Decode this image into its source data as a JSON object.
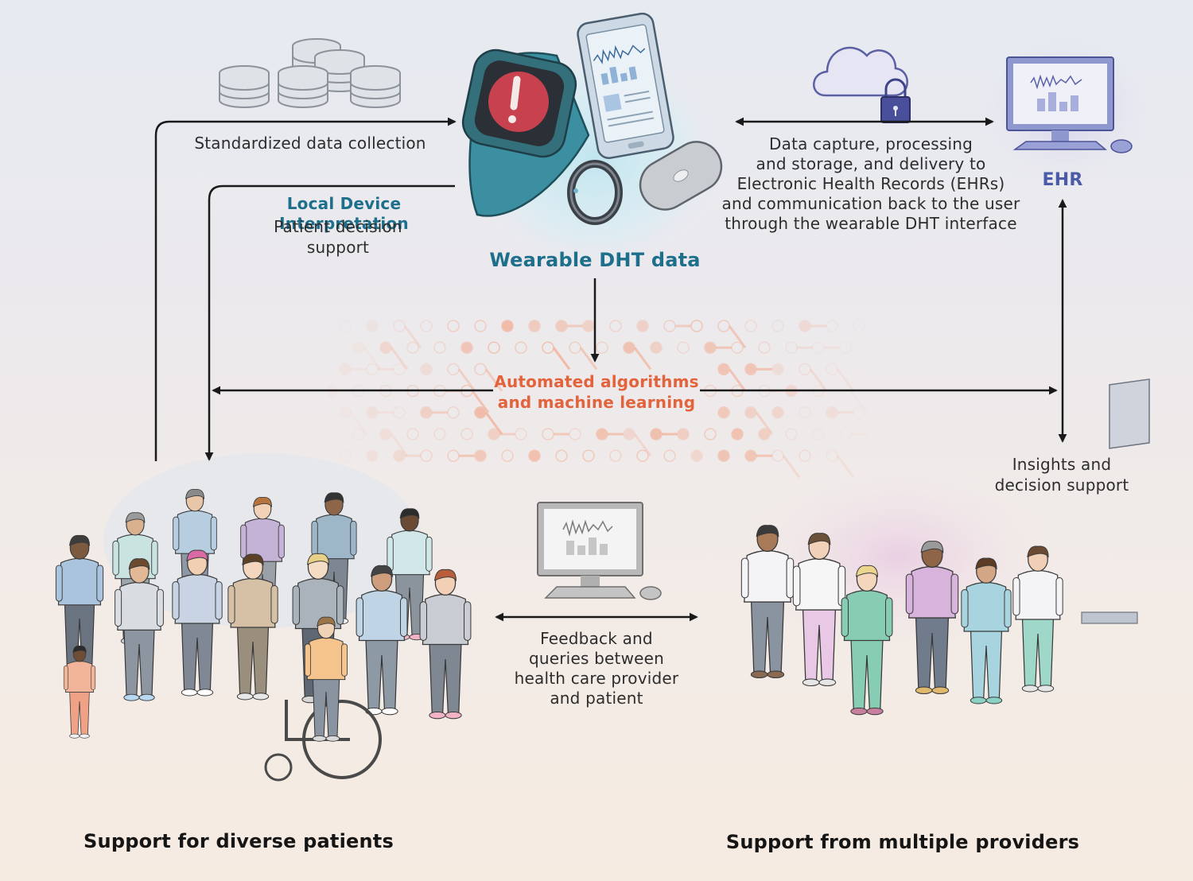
{
  "labels": {
    "standardized": "Standardized data collection",
    "local_title": "Local Device Interpretation",
    "local_sub_1": "Patient decision",
    "local_sub_2": "support",
    "wearable": "Wearable DHT data",
    "data_capture": [
      "Data capture, processing",
      "and storage, and delivery to",
      "Electronic Health Records (EHRs)",
      "and communication back to the user",
      "through the wearable DHT interface"
    ],
    "ehr": "EHR",
    "algo_1": "Automated algorithms",
    "algo_2": "and machine learning",
    "insights_1": "Insights and",
    "insights_2": "decision support",
    "feedback": [
      "Feedback and",
      "queries between",
      "health care provider",
      "and patient"
    ],
    "patients": "Support for diverse patients",
    "providers": "Support from multiple providers"
  },
  "colors": {
    "teal": "#1d6f8c",
    "orange": "#e2633c",
    "ehr_blue": "#4a5aa6",
    "arrow": "#1a1a1a"
  },
  "icons": [
    "database-icon",
    "smartwatch-icon",
    "smartphone-icon",
    "smart-ring-icon",
    "patch-sensor-icon",
    "cloud-icon",
    "padlock-icon",
    "computer-monitor-icon",
    "mouse-icon",
    "neural-network-icon",
    "wheelchair-icon"
  ]
}
